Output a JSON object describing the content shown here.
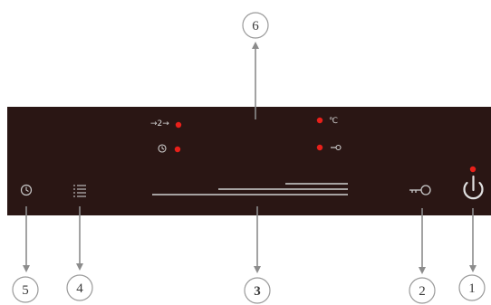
{
  "panel": {
    "indicators": {
      "boost_symbol": "→2→",
      "celsius_symbol": "℃"
    }
  },
  "callouts": [
    {
      "id": 1,
      "label": "1",
      "target": "power-button"
    },
    {
      "id": 2,
      "label": "2",
      "target": "key-lock-button"
    },
    {
      "id": 3,
      "label": "3",
      "target": "slider-control"
    },
    {
      "id": 4,
      "label": "4",
      "target": "menu-button"
    },
    {
      "id": 5,
      "label": "5",
      "target": "timer-button"
    },
    {
      "id": 6,
      "label": "6",
      "target": "indicator-lights"
    }
  ],
  "colors": {
    "panel": "#2a1614",
    "indicator_led": "#e8201a",
    "panel_symbols": "#d8d8d8",
    "arrows": "#8c8c8c",
    "callout_circle": "#9a9a9a"
  }
}
